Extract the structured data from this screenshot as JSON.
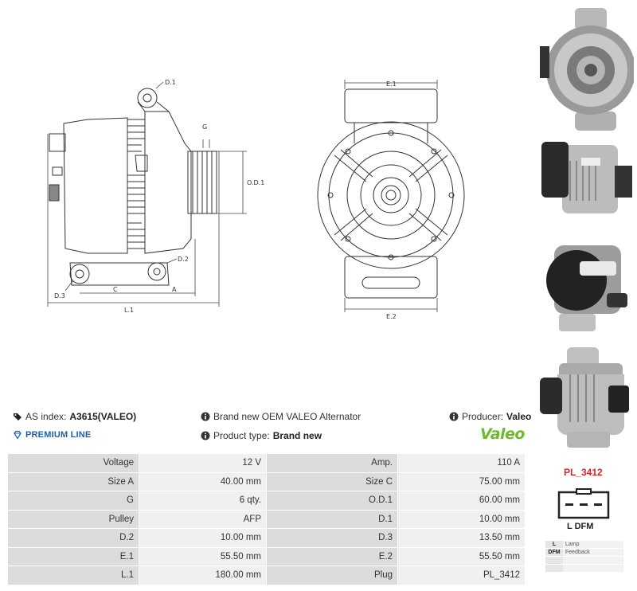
{
  "drawing": {
    "labels": {
      "d1": "D.1",
      "d2": "D.2",
      "d3": "D.3",
      "g": "G",
      "od1": "O.D.1",
      "c": "C",
      "a": "A",
      "l1": "L.1",
      "e1": "E.1",
      "e2": "E.2"
    }
  },
  "info": {
    "as_index_label": "AS index:",
    "as_index_value": "A3615(VALEO)",
    "description": "Brand new OEM VALEO Alternator",
    "producer_label": "Producer:",
    "producer_value": "Valeo",
    "premium": "PREMIUM LINE",
    "product_type_label": "Product type:",
    "product_type_value": "Brand new",
    "brand_logo": "Valeo"
  },
  "specs": [
    {
      "l1": "Voltage",
      "v1": "12 V",
      "l2": "Amp.",
      "v2": "110 A"
    },
    {
      "l1": "Size A",
      "v1": "40.00 mm",
      "l2": "Size C",
      "v2": "75.00 mm"
    },
    {
      "l1": "G",
      "v1": "6 qty.",
      "l2": "O.D.1",
      "v2": "60.00 mm"
    },
    {
      "l1": "Pulley",
      "v1": "AFP",
      "l2": "D.1",
      "v2": "10.00 mm"
    },
    {
      "l1": "D.2",
      "v1": "10.00 mm",
      "l2": "D.3",
      "v2": "13.50 mm"
    },
    {
      "l1": "E.1",
      "v1": "55.50 mm",
      "l2": "E.2",
      "v2": "55.50 mm"
    },
    {
      "l1": "L.1",
      "v1": "180.00 mm",
      "l2": "Plug",
      "v2": "PL_3412"
    }
  ],
  "plug": {
    "code": "PL_3412",
    "labels": "L DFM",
    "legend": [
      {
        "key": "L",
        "value": "Lamp"
      },
      {
        "key": "DFM",
        "value": "Feedback"
      },
      {
        "key": "",
        "value": ""
      },
      {
        "key": "",
        "value": ""
      }
    ]
  },
  "colors": {
    "premium": "#1f5fa8",
    "brand": "#6fba2c",
    "plug_code": "#e02020",
    "table_label_bg": "#dcdcdc",
    "table_value_bg": "#f0f0f0"
  }
}
